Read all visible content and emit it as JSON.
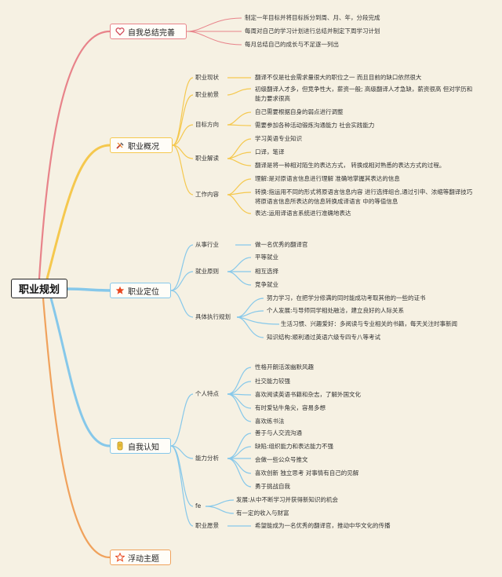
{
  "root": {
    "title": "职业规划"
  },
  "colors": {
    "self_summary": "#e8838a",
    "overview": "#f5c84e",
    "position": "#86c8ea",
    "recognition": "#86c8ea",
    "floating": "#f0a25c"
  },
  "branches": {
    "self_summary": {
      "label": "自我总结完善",
      "icon": "heart-icon",
      "items": [
        "制定一年目标并将目标拆分到周、月、年，分段完成",
        "每周对自己的学习计划进行总结并制定下周学习计划",
        "每月总结自己的成长与不足逐一列出"
      ]
    },
    "overview": {
      "label": "职业概况",
      "icon": "tools-icon",
      "groups": [
        {
          "label": "职业现状",
          "items": [
            "翻译不仅是社会需求量很大的职位之一 而且目前的缺口依然很大"
          ]
        },
        {
          "label": "职业前景",
          "items": [
            "初级翻译人才多，但竞争性大，薪资一般; 高级翻译人才急缺，薪资很高 但对学历和能力要求很高"
          ]
        },
        {
          "label": "目标方向",
          "items": [
            "自己需要根据自身的弱点进行调整",
            "需要参加各种活动锻炼沟通能力 社会实践能力"
          ]
        },
        {
          "label": "职业解读",
          "items": [
            "学习英语专业知识",
            "口译，笔译",
            "翻译是将一种相对陌生的表达方式， 转换成相对熟悉的表达方式的过程。"
          ]
        },
        {
          "label": "工作内容",
          "items": [
            "理解:是对原语言信息进行理解 准确地掌握其表达的信息",
            "转换:指运用不同的形式将原语言信息内容 进行选择组合,通过引申、浓缩等翻译技巧 将原语言信息所表达的信息转换成译语言 中的等值信息",
            "表达:运用译语言系统进行准确地表达"
          ]
        }
      ]
    },
    "position": {
      "label": "职业定位",
      "icon": "star-icon",
      "groups": [
        {
          "label": "从事行业",
          "items": [
            "做一名优秀的翻译官"
          ]
        },
        {
          "label": "就业原则",
          "items": [
            "平等就业",
            "相互选择",
            "竞争就业"
          ]
        },
        {
          "label": "具体执行规划",
          "items": [
            "努力学习，在把学分修满的同时能成功考取其他的一些的证书",
            "个人发展:与导师同学相处融洽，建立良好的人际关系",
            "生活习惯、兴趣爱好：多阅读与专业相关的书籍，每天关注时事新闻",
            "知识结构:顺利通过英语六级专四专八等考试"
          ]
        }
      ]
    },
    "recognition": {
      "label": "自我认知",
      "icon": "medal-icon",
      "groups": [
        {
          "label": "个人特点",
          "items": [
            "性格开朗活泼幽默风趣",
            "社交能力较强",
            "喜欢阅读英语书籍和杂志，了解外国文化",
            "有时爱钻牛角尖，容易多想",
            "喜欢练书法"
          ]
        },
        {
          "label": "能力分析",
          "items": [
            "善于与人交流沟通",
            "缺陷:组织能力和表达能力不强",
            "会做一些公众号推文",
            "喜欢创新 独立思考 对事情有自己的见解",
            "勇于挑战自我"
          ]
        },
        {
          "label": "fe",
          "items": [
            "发展:从中不断学习并获得新知识的机会",
            "有一定的收入与财富"
          ]
        },
        {
          "label": "职业愿景",
          "items": [
            "希望能成为一名优秀的翻译官，推动中华文化的传播"
          ]
        }
      ]
    },
    "floating": {
      "label": "浮动主题",
      "icon": "star-outline-icon"
    }
  }
}
